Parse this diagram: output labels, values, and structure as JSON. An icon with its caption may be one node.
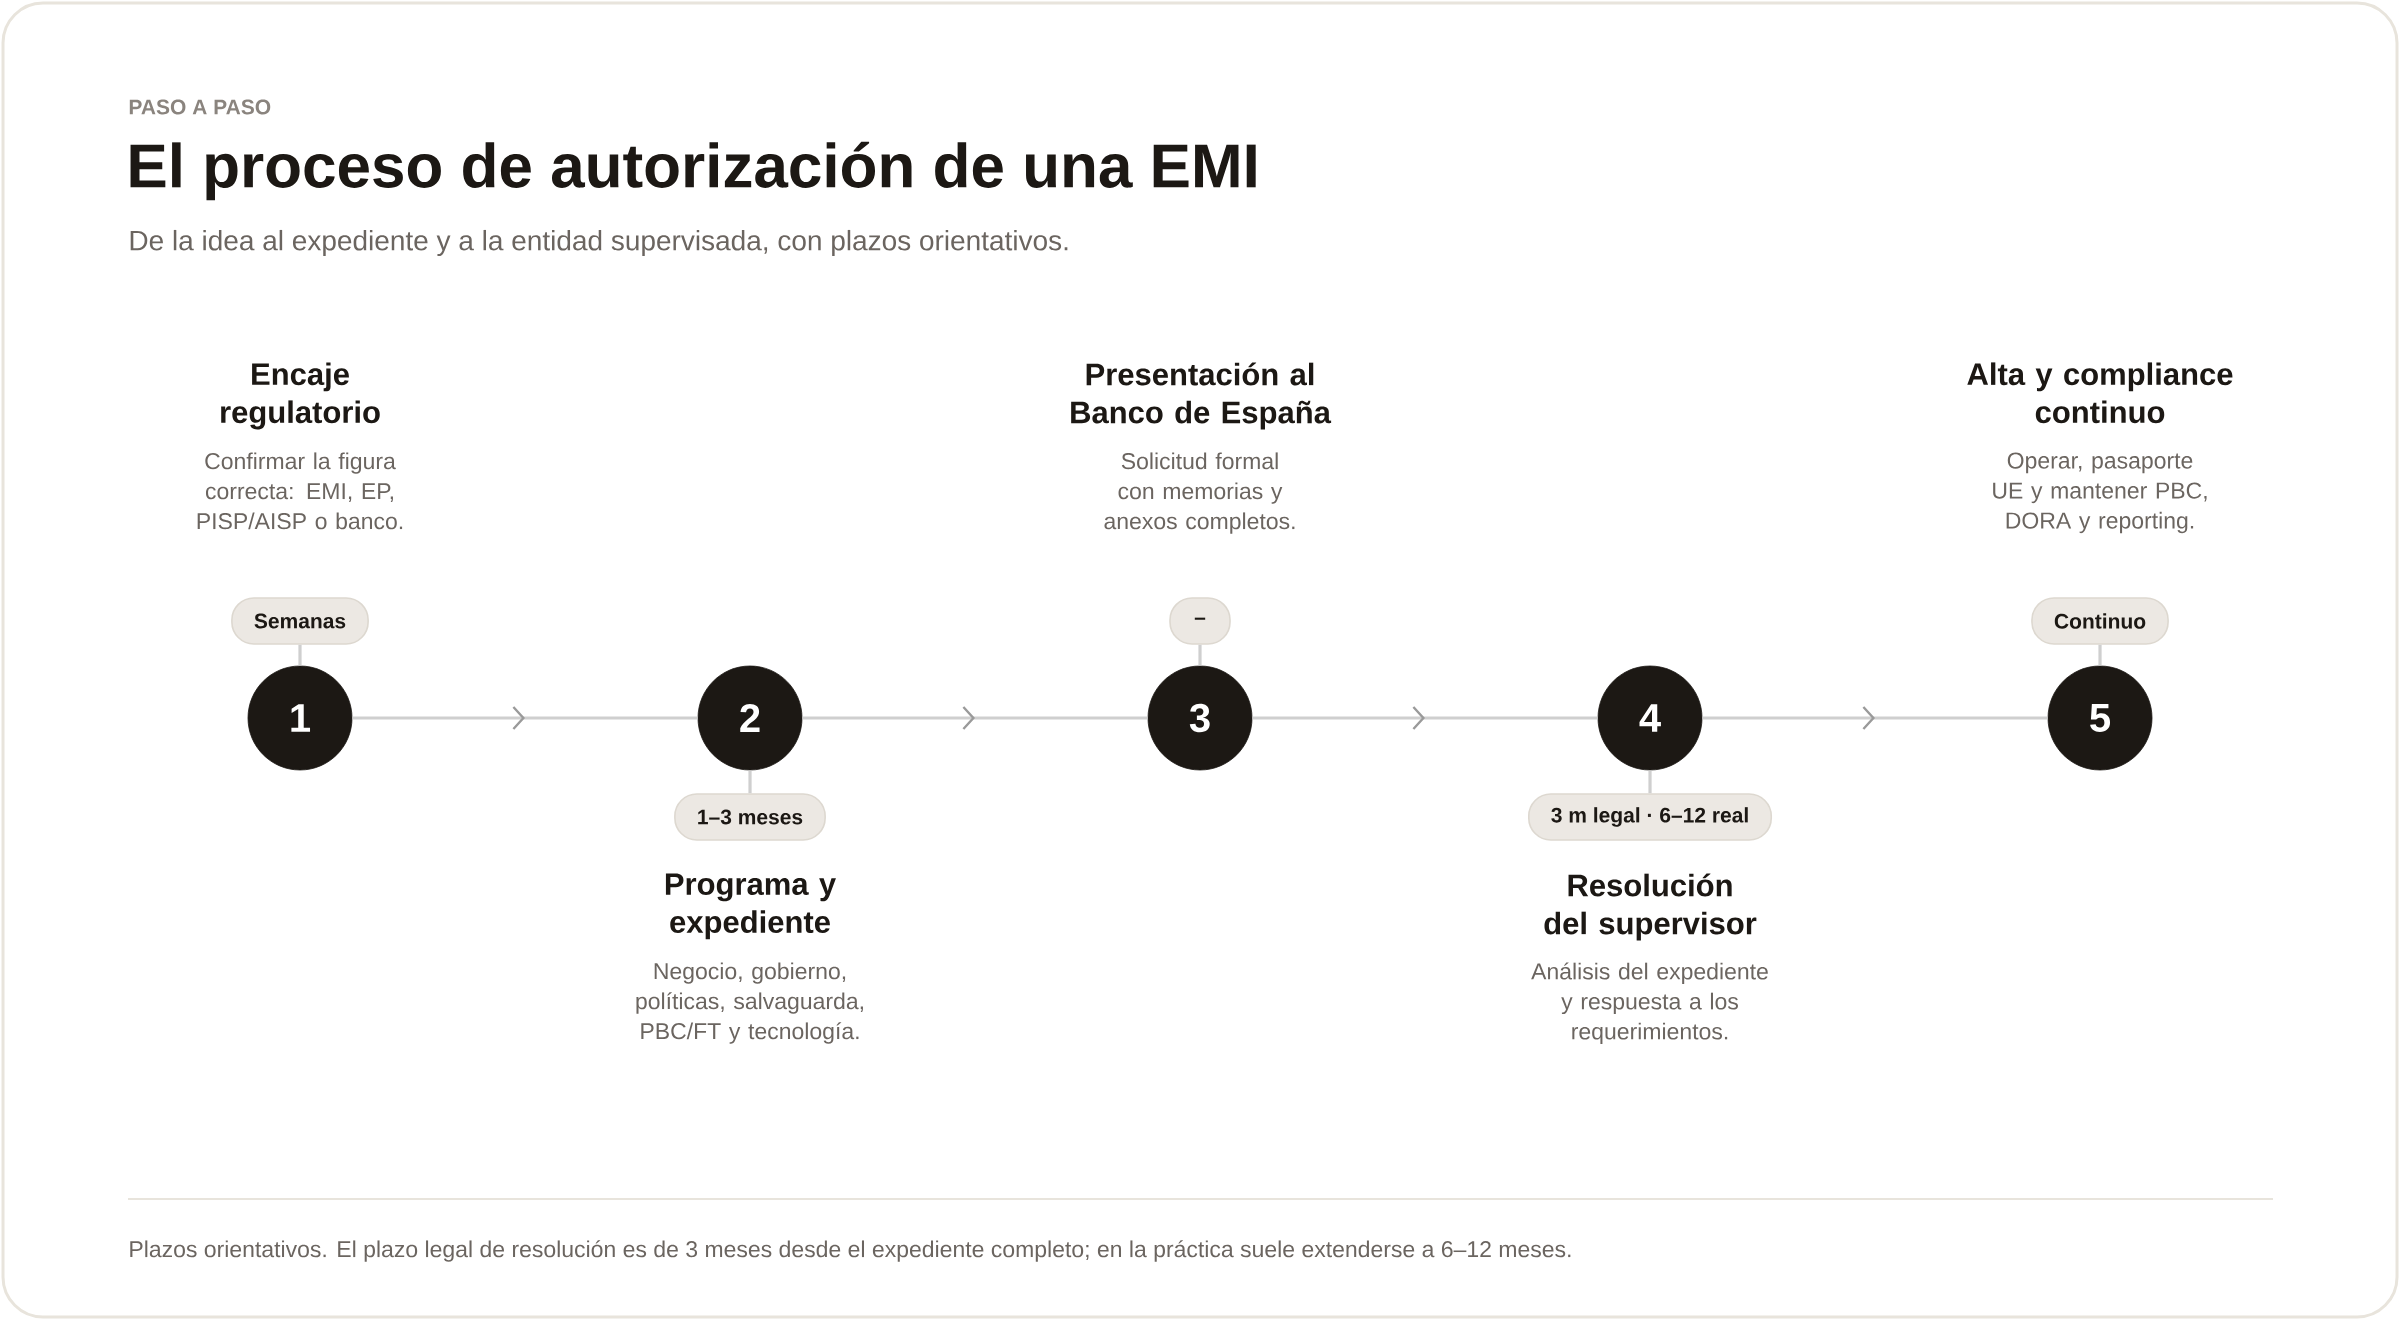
{
  "diagram": {
    "title": "El proceso de autorización de una EMI",
    "nodes": [
      {
        "text": [
          "1"
        ],
        "beside": [
          "Encaje regulatorio",
          "Confirmar la figura correcta: EMI, EP, PISP/AISP o banco."
        ]
      },
      {
        "text": [
          "2"
        ],
        "beside": [
          "Programa y expediente",
          "Negocio, gobierno, políticas, salvaguarda, PBC/FT y tecnología."
        ]
      },
      {
        "text": [
          "3"
        ],
        "beside": [
          "Presentación al Banco de España",
          "Solicitud formal con memorias y anexos completos."
        ]
      },
      {
        "text": [
          "4"
        ],
        "beside": [
          "Resolución del supervisor",
          "Análisis del expediente y respuesta a los requerimientos."
        ]
      },
      {
        "text": [
          "5"
        ],
        "beside": [
          "Alta y compliance continuo",
          "Operar, pasaporte UE y mantener PBC, DORA y reporting."
        ]
      },
      {
        "text": [
          "Semanas"
        ]
      },
      {
        "text": [
          "1–3 meses"
        ]
      },
      {
        "text": [
          "–"
        ]
      },
      {
        "text": [
          "3 m legal · 6–12 real"
        ]
      },
      {
        "text": [
          "Continuo"
        ]
      }
    ],
    "edges": [
      {
        "from": 0,
        "to": 1,
        "arrow": "to"
      },
      {
        "from": 1,
        "to": 2,
        "arrow": "to"
      },
      {
        "from": 2,
        "to": 3,
        "arrow": "to"
      },
      {
        "from": 3,
        "to": 4,
        "arrow": "to"
      },
      {
        "from": 5,
        "to": 0,
        "arrow": "none"
      },
      {
        "from": 6,
        "to": 1,
        "arrow": "none"
      },
      {
        "from": 7,
        "to": 2,
        "arrow": "none"
      },
      {
        "from": 8,
        "to": 3,
        "arrow": "none"
      },
      {
        "from": 9,
        "to": 4,
        "arrow": "none"
      }
    ],
    "labels": [
      "PASO A PASO",
      "De la idea al expediente y a la entidad supervisada, con plazos orientativos.",
      "Plazos orientativos. El plazo legal de resolución es de 3 meses desde el expediente completo; en la práctica suele extenderse a 6–12 meses."
    ]
  }
}
